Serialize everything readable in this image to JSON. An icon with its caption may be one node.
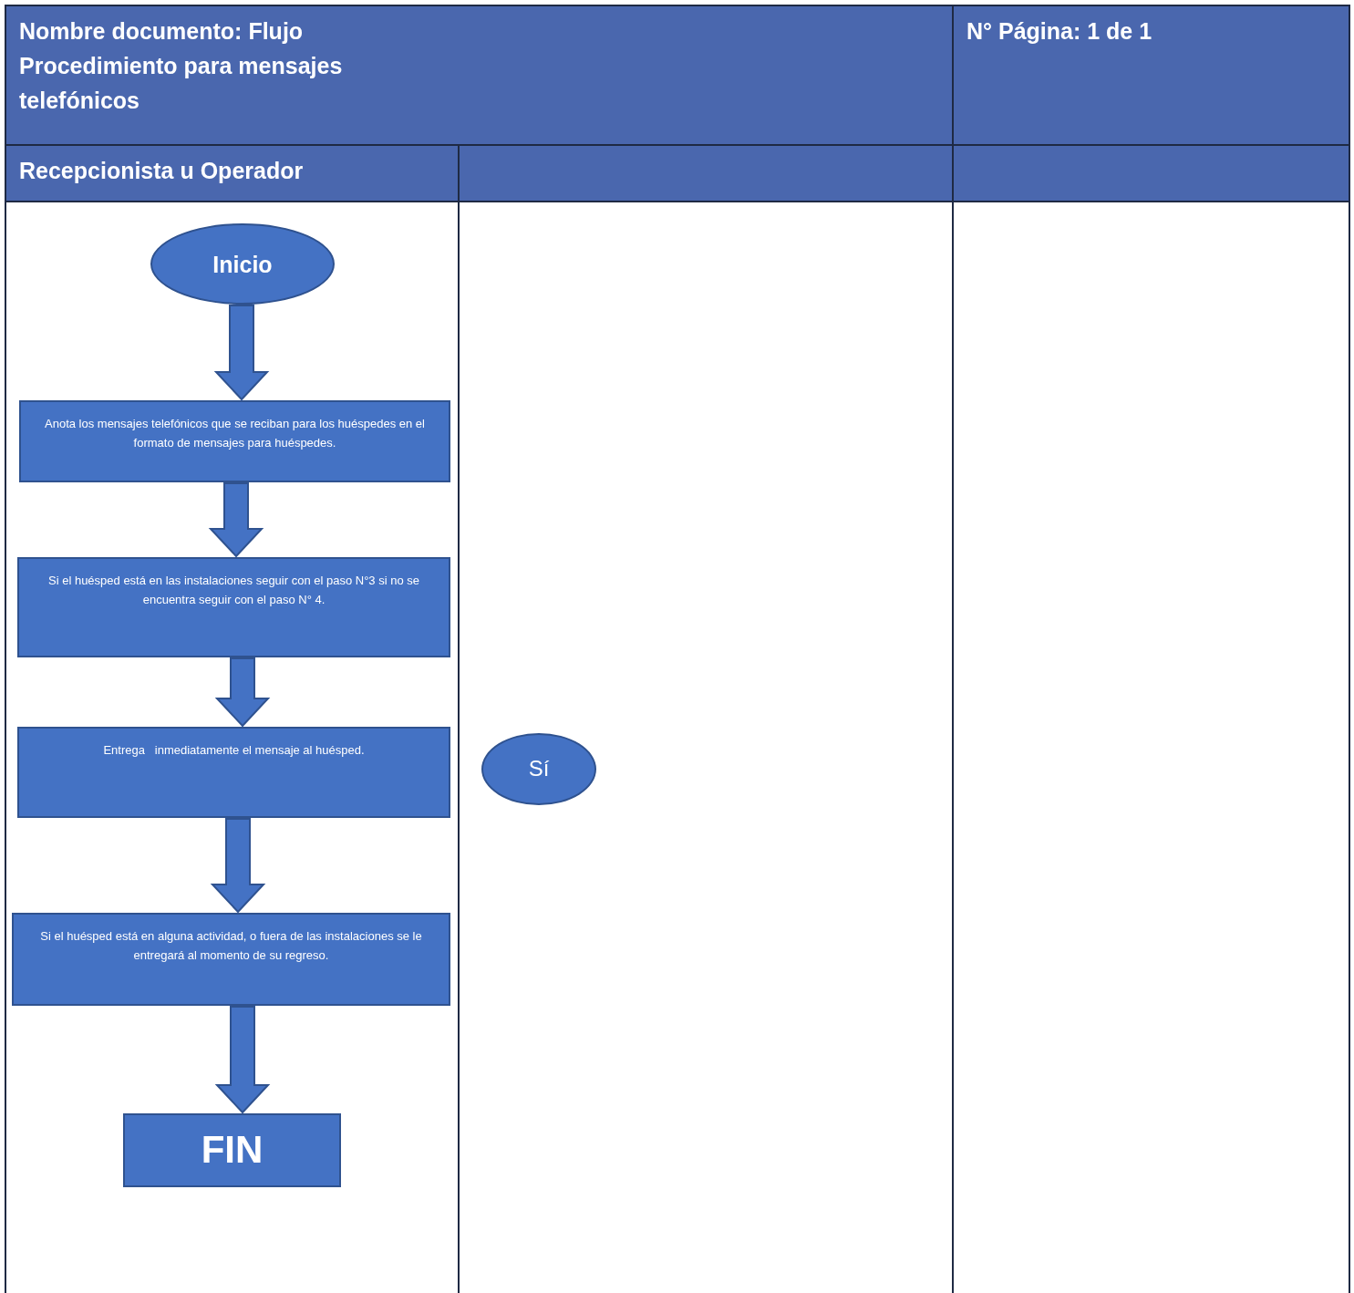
{
  "diagram": {
    "title": "Nombre documento: Flujo Procedimiento para mensajes telefónicos",
    "nodes": [
      {
        "text": [
          "Inicio"
        ]
      },
      {
        "text": [
          "Anota los mensajes telefónicos que se reciban para los huéspedes en el formato de mensajes para huéspedes."
        ]
      },
      {
        "text": [
          "Si el huésped está en las instalaciones seguir con el paso N°3 si no se encuentra seguir con el paso N° 4."
        ]
      },
      {
        "text": [
          "Entrega   inmediatamente el mensaje al huésped."
        ]
      },
      {
        "text": [
          "Sí"
        ]
      },
      {
        "text": [
          "Si el huésped está en alguna actividad, o fuera de las instalaciones se le entregará al momento de su regreso."
        ]
      },
      {
        "text": [
          "FIN"
        ]
      }
    ],
    "edges": [
      {
        "from": 0,
        "to": 1,
        "arrow": "to"
      },
      {
        "from": 1,
        "to": 2,
        "arrow": "to"
      },
      {
        "from": 2,
        "to": 3,
        "arrow": "to"
      },
      {
        "from": 3,
        "to": 5,
        "arrow": "to"
      },
      {
        "from": 5,
        "to": 6,
        "arrow": "to"
      }
    ],
    "labels": [
      "N° Página: 1 de 1",
      "Recepcionista u Operador"
    ]
  }
}
